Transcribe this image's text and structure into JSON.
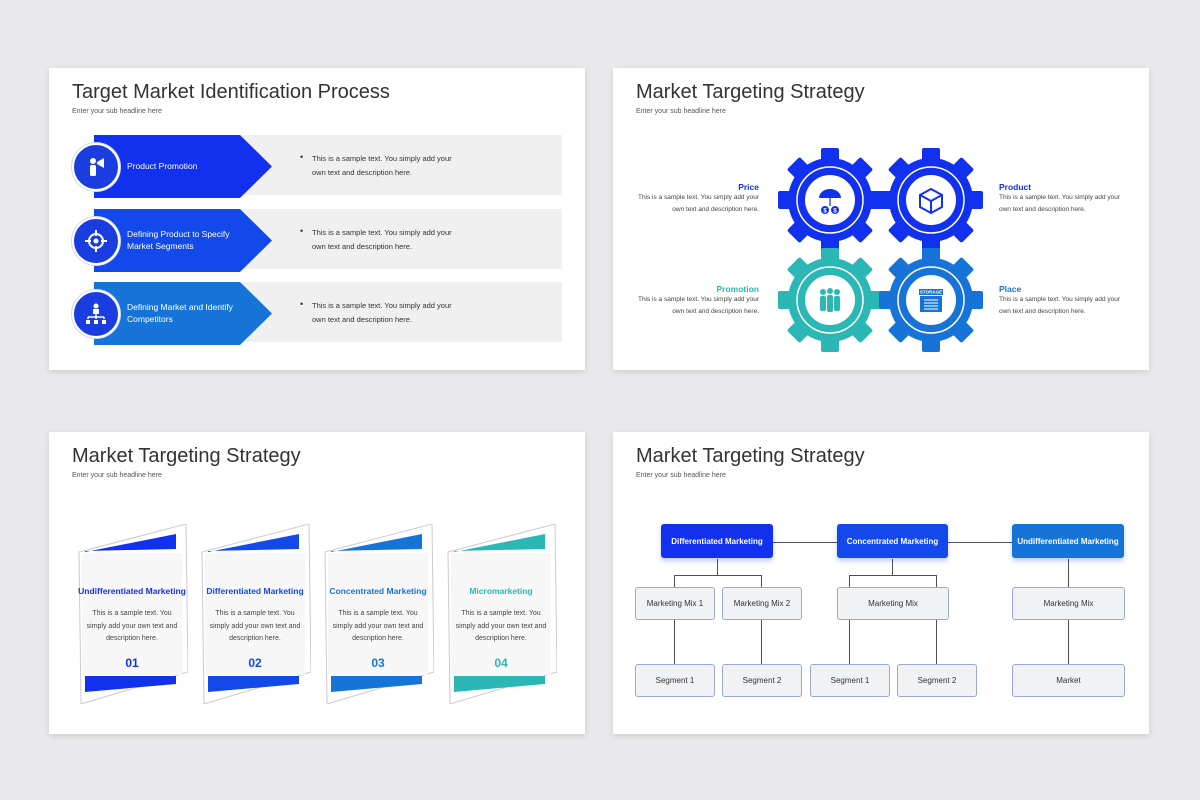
{
  "slide1": {
    "title": "Target Market Identification Process",
    "subtitle": "Enter your sub headline here",
    "rows": [
      {
        "label": "Product Promotion",
        "icon": "speaker-person-icon",
        "color": "#1231ee",
        "text": "This is a sample text. You simply add your own text and description here."
      },
      {
        "label": "Defining Product to Specify Market Segments",
        "icon": "target-icon",
        "color": "#1349ea",
        "text": "This is a sample text. You simply add your own text and description here."
      },
      {
        "label": "Defining Market and Identify Competitors",
        "icon": "org-chart-icon",
        "color": "#1674d9",
        "text": "This is a sample text. You simply add your own text and description here."
      }
    ]
  },
  "slide2": {
    "title": "Market Targeting Strategy",
    "subtitle": "Enter your sub headline here",
    "items": [
      {
        "label": "Price",
        "color": "#1231ee",
        "text": "This is a sample text. You simply add your own text and description here."
      },
      {
        "label": "Product",
        "color": "#1231ee",
        "text": "This is a sample text. You simply add your own text and description here."
      },
      {
        "label": "Promotion",
        "color": "#2bb8b4",
        "text": "This is a sample text. You simply add your own text and description here."
      },
      {
        "label": "Place",
        "color": "#1674d9",
        "text": "This is a sample text. You simply add your own text and description here."
      }
    ],
    "storage_label": "STORAGE"
  },
  "slide3": {
    "title": "Market Targeting Strategy",
    "subtitle": "Enter your sub headline here",
    "cards": [
      {
        "heading": "Undifferentiated Marketing",
        "text": "This is a sample text. You simply add your own text and description here.",
        "number": "01",
        "color": "#1231ee"
      },
      {
        "heading": "Differentiated Marketing",
        "text": "This is a sample text. You simply add your own text and description here.",
        "number": "02",
        "color": "#1349ea"
      },
      {
        "heading": "Concentrated Marketing",
        "text": "This is a sample text. You simply add your own text and description here.",
        "number": "03",
        "color": "#1674d9"
      },
      {
        "heading": "Micromarketing",
        "text": "This is a sample text. You simply add your own text and description here.",
        "number": "04",
        "color": "#2bb8b4"
      }
    ]
  },
  "slide4": {
    "title": "Market Targeting Strategy",
    "subtitle": "Enter your sub headline here",
    "headers": [
      {
        "label": "Differentiated Marketing",
        "color": "#1231ee"
      },
      {
        "label": "Concentrated Marketing",
        "color": "#1349ea"
      },
      {
        "label": "Undifferentiated Marketing",
        "color": "#1674d9"
      }
    ],
    "mixes": [
      "Marketing Mix 1",
      "Marketing Mix 2",
      "Marketing Mix",
      "Marketing Mix"
    ],
    "segments": [
      "Segment 1",
      "Segment 2",
      "Segment 1",
      "Segment 2",
      "Market"
    ]
  }
}
